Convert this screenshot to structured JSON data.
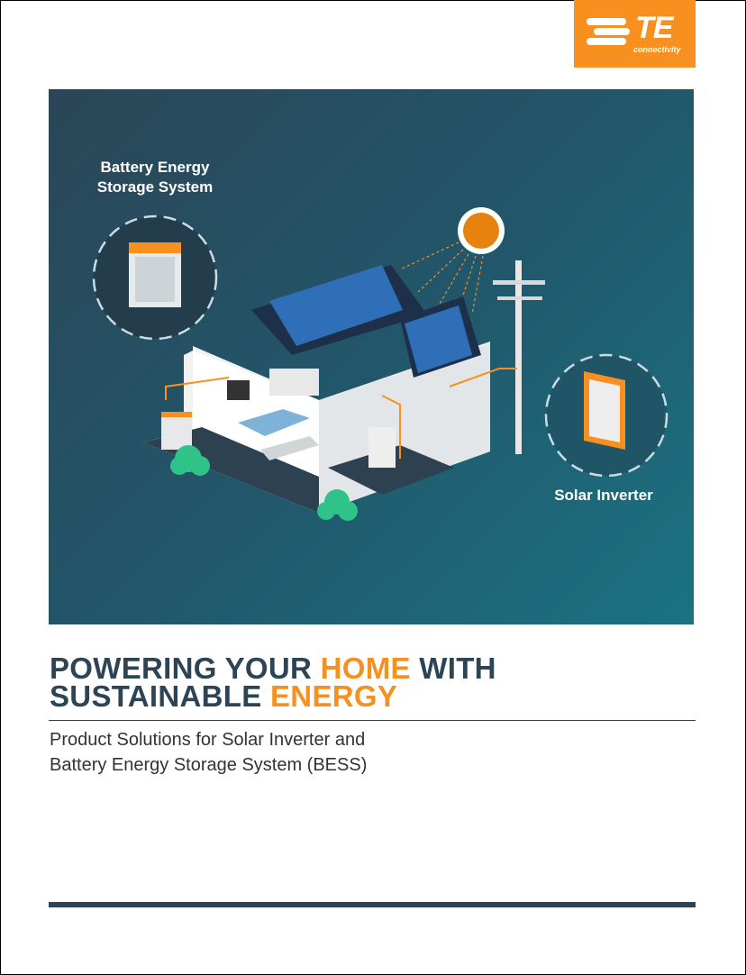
{
  "logo": {
    "mark": "TE",
    "tagline": "connectivity"
  },
  "hero": {
    "label_bess_line1": "Battery Energy",
    "label_bess_line2": "Storage System",
    "label_inverter": "Solar Inverter"
  },
  "title": {
    "line1_a": "POWERING YOUR ",
    "line1_b": "HOME",
    "line1_c": " WITH",
    "line2_a": "SUSTAINABLE ",
    "line2_b": "ENERGY"
  },
  "subtitle": {
    "line1": "Product Solutions for Solar Inverter and",
    "line2": "Battery Energy Storage System (BESS)"
  },
  "colors": {
    "accent": "#f7901e",
    "navy": "#2d4455"
  }
}
